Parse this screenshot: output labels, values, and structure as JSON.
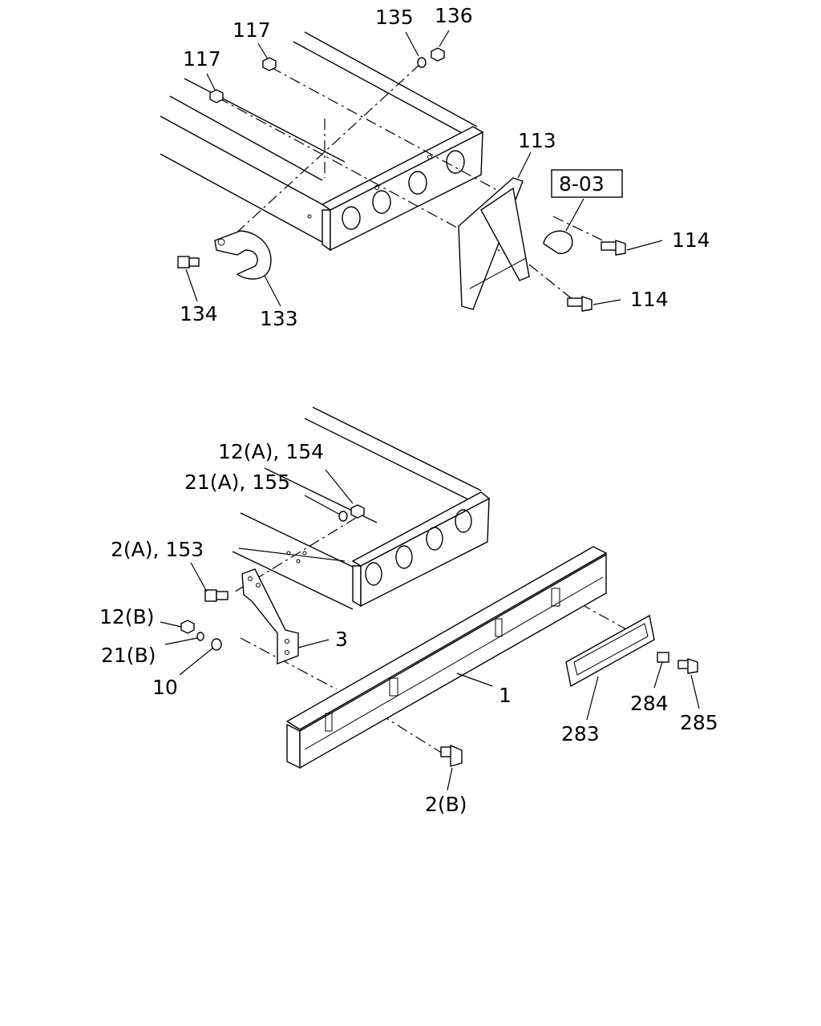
{
  "callouts": {
    "c117a": "117",
    "c117b": "117",
    "c135": "135",
    "c136": "136",
    "c113": "113",
    "ref": "8-03",
    "c114a": "114",
    "c114b": "114",
    "c134": "134",
    "c133": "133",
    "c12a154": "12(A), 154",
    "c21a155": "21(A), 155",
    "c2a153": "2(A), 153",
    "c12b": "12(B)",
    "c21b": "21(B)",
    "c10": "10",
    "c3": "3",
    "c1": "1",
    "c283": "283",
    "c284": "284",
    "c285": "285",
    "c2b": "2(B)"
  }
}
